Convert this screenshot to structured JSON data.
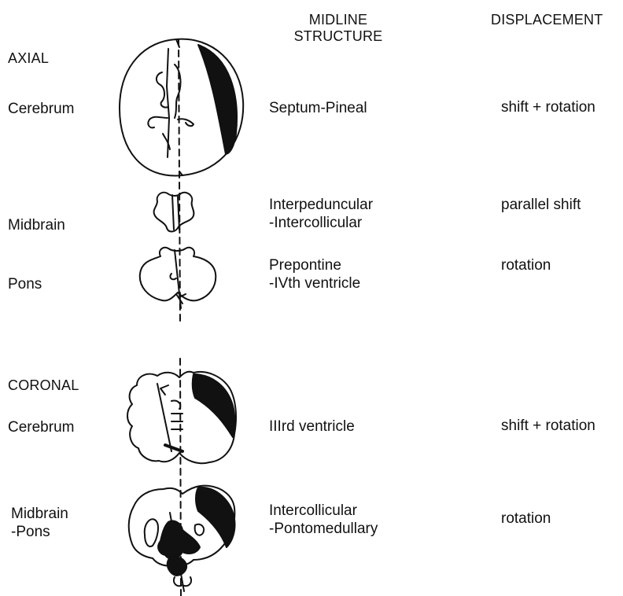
{
  "headers": {
    "midline": [
      "MIDLINE",
      "STRUCTURE"
    ],
    "displacement": "DISPLACEMENT"
  },
  "axial": {
    "title": "AXIAL",
    "rows": [
      {
        "level": [
          "Cerebrum"
        ],
        "structure": [
          "Septum-Pineal"
        ],
        "displacement": "shift + rotation"
      },
      {
        "level": [
          "Midbrain"
        ],
        "structure": [
          "Interpeduncular",
          "-Intercollicular"
        ],
        "displacement": "parallel shift"
      },
      {
        "level": [
          "Pons"
        ],
        "structure": [
          "Prepontine",
          "-IVth ventricle"
        ],
        "displacement": "rotation"
      }
    ]
  },
  "coronal": {
    "title": "CORONAL",
    "rows": [
      {
        "level": [
          "Cerebrum"
        ],
        "structure": [
          "IIIrd ventricle"
        ],
        "displacement": "shift + rotation"
      },
      {
        "level": [
          "Midbrain",
          "-Pons"
        ],
        "structure": [
          "Intercollicular",
          "-Pontomedullary"
        ],
        "displacement": "rotation"
      }
    ]
  }
}
